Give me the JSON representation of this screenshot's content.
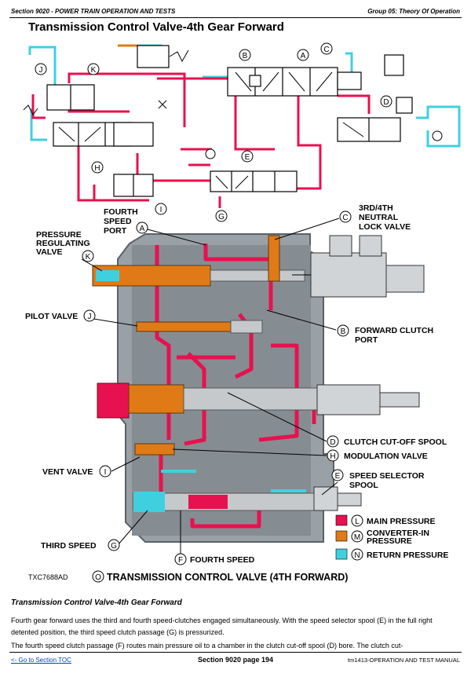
{
  "header": {
    "left": "Section 9020 - POWER TRAIN OPERATION AND TESTS",
    "right": "Group 05: Theory Of Operation"
  },
  "title": "Transmission Control Valve-4th Gear Forward",
  "figure": {
    "code": "TXC7688AD",
    "caption_letter": "O",
    "caption": "TRANSMISSION CONTROL VALVE (4TH FORWARD)",
    "letters": [
      "A",
      "B",
      "C",
      "D",
      "E",
      "G",
      "H",
      "I",
      "J",
      "K"
    ],
    "labels": {
      "fourth_speed_port": [
        "FOURTH",
        "SPEED",
        "PORT"
      ],
      "neutral_lock": [
        "3RD/4TH",
        "NEUTRAL",
        "LOCK VALVE"
      ],
      "pressure_regulating": [
        "PRESSURE",
        "REGULATING",
        "VALVE"
      ],
      "pilot_valve": "PILOT VALVE",
      "forward_clutch": [
        "FORWARD CLUTCH",
        "PORT"
      ],
      "clutch_cutoff": "CLUTCH CUT-OFF SPOOL",
      "modulation": "MODULATION VALVE",
      "vent_valve": "VENT VALVE",
      "speed_selector": [
        "SPEED SELECTOR",
        "SPOOL"
      ],
      "third_speed": "THIRD SPEED",
      "fourth_speed": "FOURTH SPEED"
    },
    "legend": [
      {
        "letter": "L",
        "label": "MAIN PRESSURE",
        "color": "#e8114f"
      },
      {
        "letter": "M",
        "label": "CONVERTER-IN PRESSURE",
        "color": "#e07a16"
      },
      {
        "letter": "N",
        "label": "RETURN PRESSURE",
        "color": "#3fd0e0"
      }
    ]
  },
  "section_title": "Transmission Control Valve-4th Gear Forward",
  "paragraphs": [
    "Fourth gear forward uses the third and fourth speed-clutches engaged simultaneously. With the speed selector spool (E) in the full right detented position, the third speed clutch passage (G) is pressurized.",
    "The fourth speed clutch passage (F) routes main pressure oil to a chamber in the clutch cut-off spool (D) bore. The clutch cut-"
  ],
  "footer": {
    "link": "<- Go to Section TOC",
    "center": "Section 9020 page 194",
    "right": "tm1413-OPERATION AND TEST MANUAL"
  }
}
